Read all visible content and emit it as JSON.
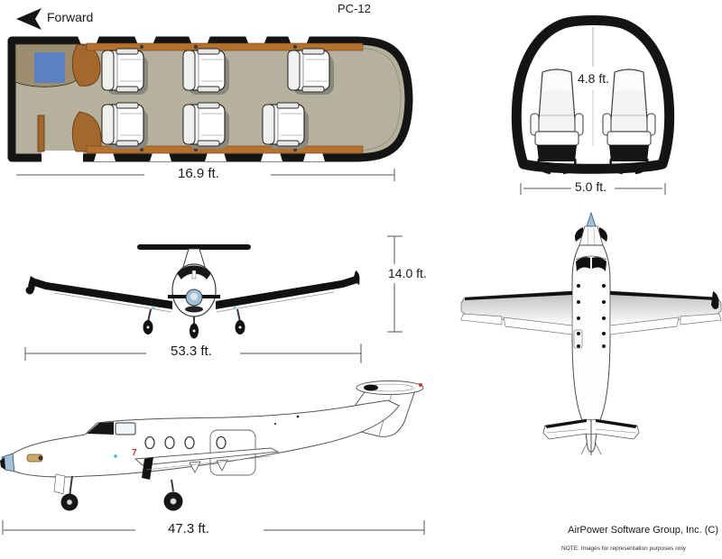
{
  "title": "PC-12",
  "forward_indicator": {
    "label": "Forward",
    "icon": "left-arrow"
  },
  "views": {
    "cabin_plan": {
      "name": "cabin floor plan",
      "label_length": "16.9 ft.",
      "seat_count": 6
    },
    "cross_section": {
      "name": "cabin cross section",
      "label_height": "4.8 ft.",
      "label_width": "5.0 ft."
    },
    "front": {
      "name": "front view",
      "label_wingspan": "53.3 ft.",
      "label_height": "14.0 ft."
    },
    "top": {
      "name": "top view"
    },
    "side": {
      "name": "side view",
      "label_length": "47.3 ft.",
      "marking": "7"
    }
  },
  "footer": {
    "copyright": "AirPower Software Group, Inc. (C)",
    "note": "NOTE: Images for representation purposes only"
  },
  "colors": {
    "floor": "#b6b19c",
    "wood": "#a4672c",
    "wood_ledge": "#b5722f",
    "cockpit_panel": "#9d8e70",
    "table_blue": "#5c80c3",
    "spinner_blue": "#9fc0d8",
    "ink": "#161616"
  }
}
